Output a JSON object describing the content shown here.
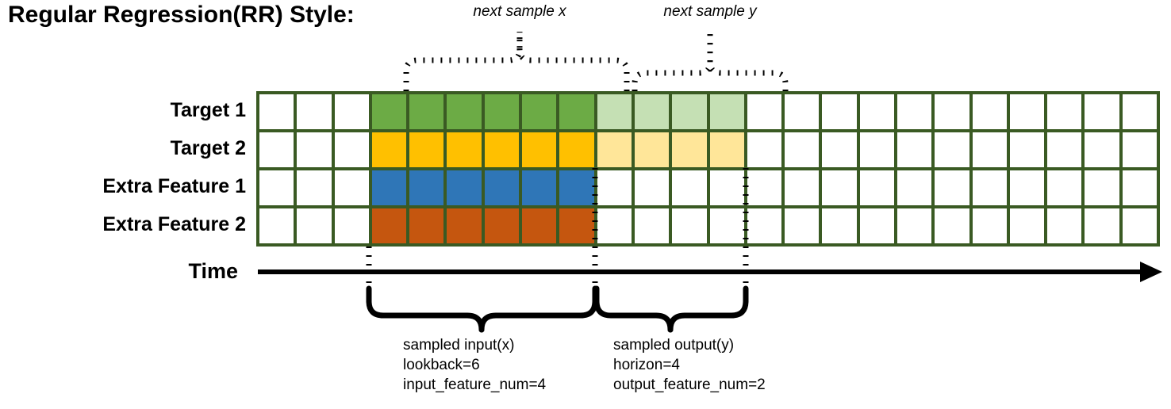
{
  "title": "Regular Regression(RR) Style:",
  "row_labels": [
    "Target 1",
    "Target 2",
    "Extra Feature 1",
    "Extra Feature 2"
  ],
  "time_axis": {
    "label": "Time",
    "arrow": "right-arrow-icon"
  },
  "annotations": {
    "next_sample_x": "next sample x",
    "next_sample_y": "next sample y"
  },
  "input_block": {
    "line1": "sampled input(x)",
    "line2": "lookback=6",
    "line3": "input_feature_num=4"
  },
  "output_block": {
    "line1": "sampled output(y)",
    "line2": "horizon=4",
    "line3": "output_feature_num=2"
  },
  "grid": {
    "columns": 24,
    "rows": 4,
    "input_start_col": 4,
    "input_end_col": 9,
    "output_start_col": 10,
    "output_end_col": 13,
    "lookback": 6,
    "horizon": 4,
    "input_feature_num": 4,
    "output_feature_num": 2,
    "cells": [
      [
        "empty",
        "empty",
        "empty",
        "green",
        "green",
        "green",
        "green",
        "green",
        "green",
        "lgreen",
        "lgreen",
        "lgreen",
        "lgreen",
        "empty",
        "empty",
        "empty",
        "empty",
        "empty",
        "empty",
        "empty",
        "empty",
        "empty",
        "empty",
        "empty"
      ],
      [
        "empty",
        "empty",
        "empty",
        "yellow",
        "yellow",
        "yellow",
        "yellow",
        "yellow",
        "yellow",
        "lyellow",
        "lyellow",
        "lyellow",
        "lyellow",
        "empty",
        "empty",
        "empty",
        "empty",
        "empty",
        "empty",
        "empty",
        "empty",
        "empty",
        "empty",
        "empty"
      ],
      [
        "empty",
        "empty",
        "empty",
        "blue",
        "blue",
        "blue",
        "blue",
        "blue",
        "blue",
        "empty",
        "empty",
        "empty",
        "empty",
        "empty",
        "empty",
        "empty",
        "empty",
        "empty",
        "empty",
        "empty",
        "empty",
        "empty",
        "empty",
        "empty"
      ],
      [
        "empty",
        "empty",
        "empty",
        "orange",
        "orange",
        "orange",
        "orange",
        "orange",
        "orange",
        "empty",
        "empty",
        "empty",
        "empty",
        "empty",
        "empty",
        "empty",
        "empty",
        "empty",
        "empty",
        "empty",
        "empty",
        "empty",
        "empty",
        "empty"
      ]
    ]
  },
  "colors": {
    "grid_border": "#3a5a23",
    "green": "#6cab45",
    "yellow": "#ffc000",
    "blue": "#2f76b7",
    "orange": "#c5560f",
    "light_green": "#c5e0b4",
    "light_yellow": "#ffe699",
    "empty": "#ffffff",
    "line": "#000000"
  }
}
